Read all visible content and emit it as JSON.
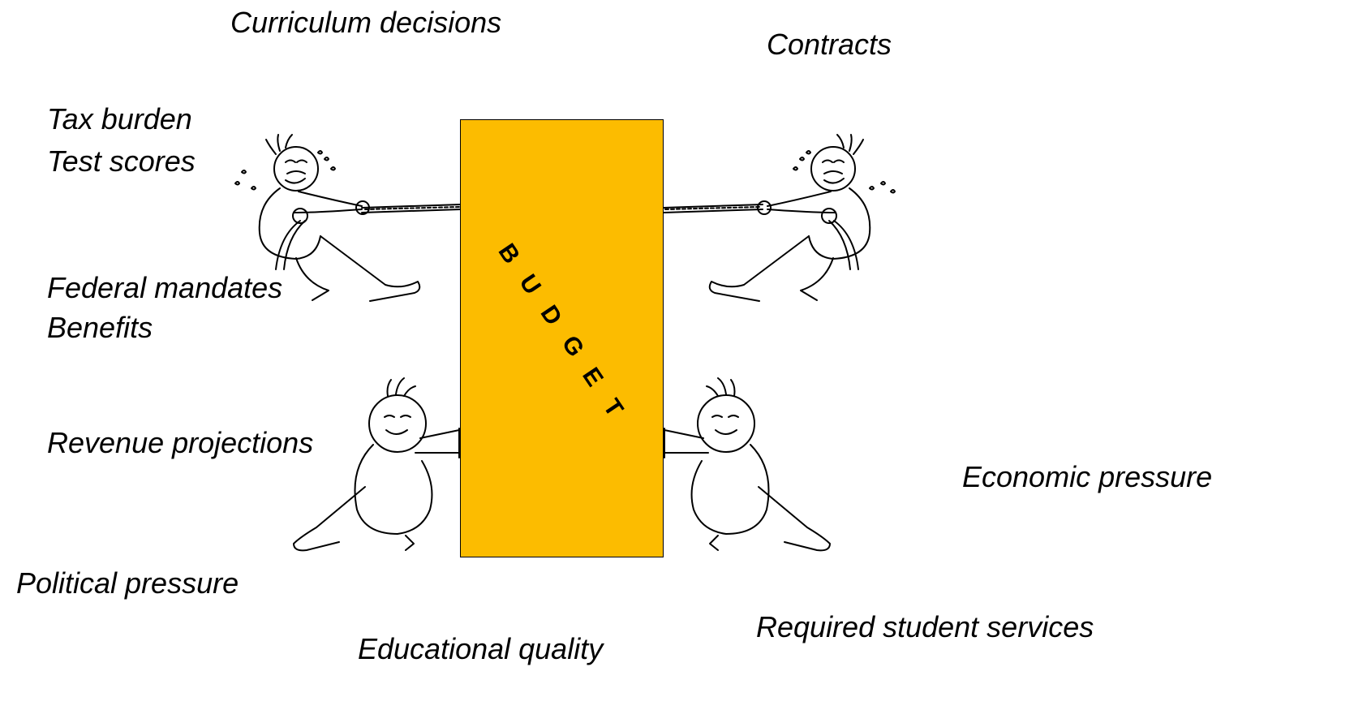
{
  "diagram": {
    "center_label": "BUDGET",
    "center_color": "#FCBC00",
    "figures": [
      "person-pulling-rope-left-icon",
      "person-pulling-rope-right-icon",
      "person-pushing-left-icon",
      "person-pushing-right-icon"
    ]
  },
  "labels": {
    "curriculum_decisions": "Curriculum decisions",
    "contracts": "Contracts",
    "tax_burden": "Tax burden",
    "test_scores": "Test scores",
    "federal_mandates": "Federal mandates",
    "benefits": "Benefits",
    "revenue_projections": "Revenue projections",
    "economic_pressure": "Economic pressure",
    "political_pressure": "Political pressure",
    "required_student_services": "Required student services",
    "educational_quality": "Educational quality"
  }
}
